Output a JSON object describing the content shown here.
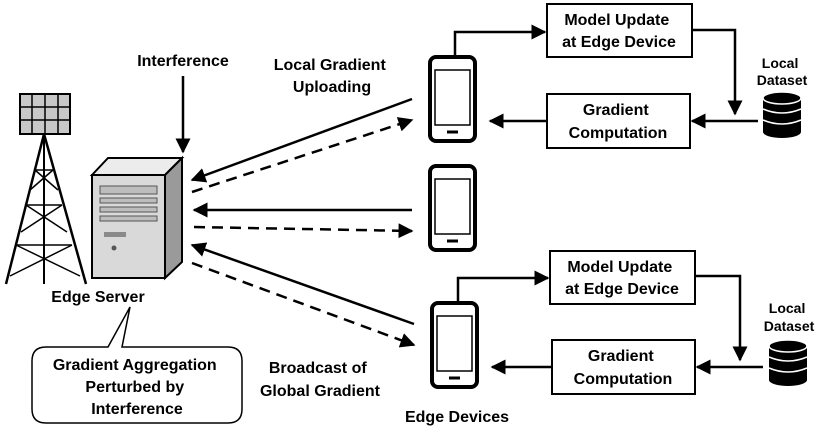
{
  "labels": {
    "interference": "Interference",
    "local_gradient_uploading": [
      "Local Gradient",
      "Uploading"
    ],
    "edge_server": "Edge Server",
    "aggregation_callout": [
      "Gradient Aggregation",
      "Perturbed by",
      "Interference"
    ],
    "broadcast": [
      "Broadcast of",
      "Global Gradient"
    ],
    "edge_devices": "Edge Devices"
  },
  "device_panels": [
    {
      "model_update": [
        "Model Update",
        "at Edge Device"
      ],
      "gradient_computation": [
        "Gradient",
        "Computation"
      ],
      "local_dataset": [
        "Local",
        "Dataset"
      ]
    },
    {
      "model_update": [
        "Model Update",
        "at Edge Device"
      ],
      "gradient_computation": [
        "Gradient",
        "Computation"
      ],
      "local_dataset": [
        "Local",
        "Dataset"
      ]
    }
  ],
  "icons": {
    "tower": "antenna-tower-icon",
    "server": "server-icon",
    "phone": "smartphone-icon",
    "database": "database-icon"
  },
  "colors": {
    "stroke": "#000000",
    "server_body": "#d9d9d9",
    "tower_panel": "#c8c8c8"
  }
}
